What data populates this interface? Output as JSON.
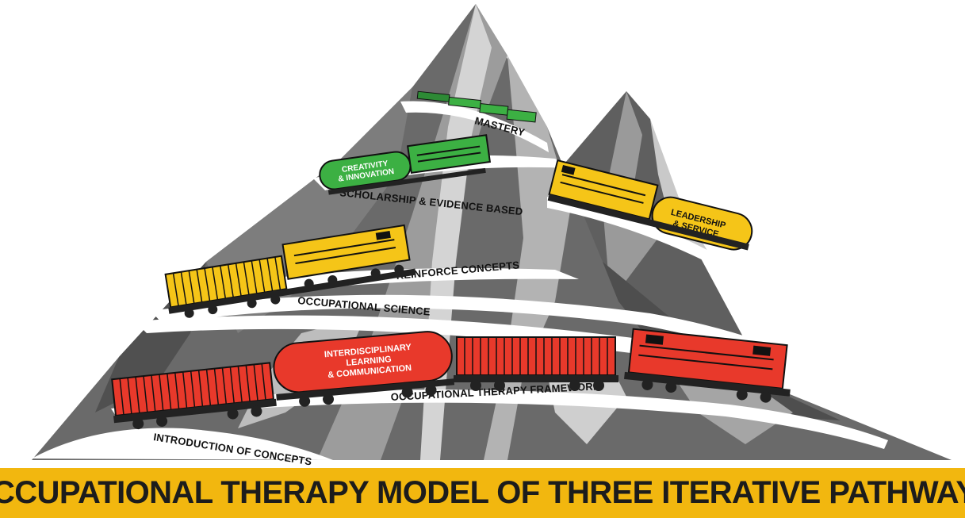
{
  "banner": {
    "title": "OCCUPATIONAL THERAPY MODEL OF THREE ITERATIVE PATHWAYS",
    "background_color": "#f2b70f"
  },
  "roads": [
    {
      "label": "MASTERY"
    },
    {
      "label": "SCHOLARSHIP & EVIDENCE BASED"
    },
    {
      "label": "REINFORCE CONCEPTS"
    },
    {
      "label": "OCCUPATIONAL SCIENCE"
    },
    {
      "label": "OCCUPATIONAL THERAPY FRAMEWORK"
    },
    {
      "label": "INTRODUCTION OF CONCEPTS"
    }
  ],
  "trains": {
    "green": {
      "color": "#3cb043",
      "tank_label_lines": [
        "CREATIVITY",
        "& INNOVATION"
      ]
    },
    "yellow": {
      "color": "#f5c518",
      "tank_label_lines": [
        "LEADERSHIP",
        "& SERVICE"
      ]
    },
    "red": {
      "color": "#e8392b",
      "tank_label_lines": [
        "INTERDISCIPLINARY",
        "LEARNING",
        "& COMMUNICATION"
      ]
    }
  },
  "colors": {
    "mountain_dark": "#5f5f5f",
    "mountain_mid": "#8c8c8c",
    "mountain_light": "#c9c9c9",
    "road": "#ffffff"
  }
}
